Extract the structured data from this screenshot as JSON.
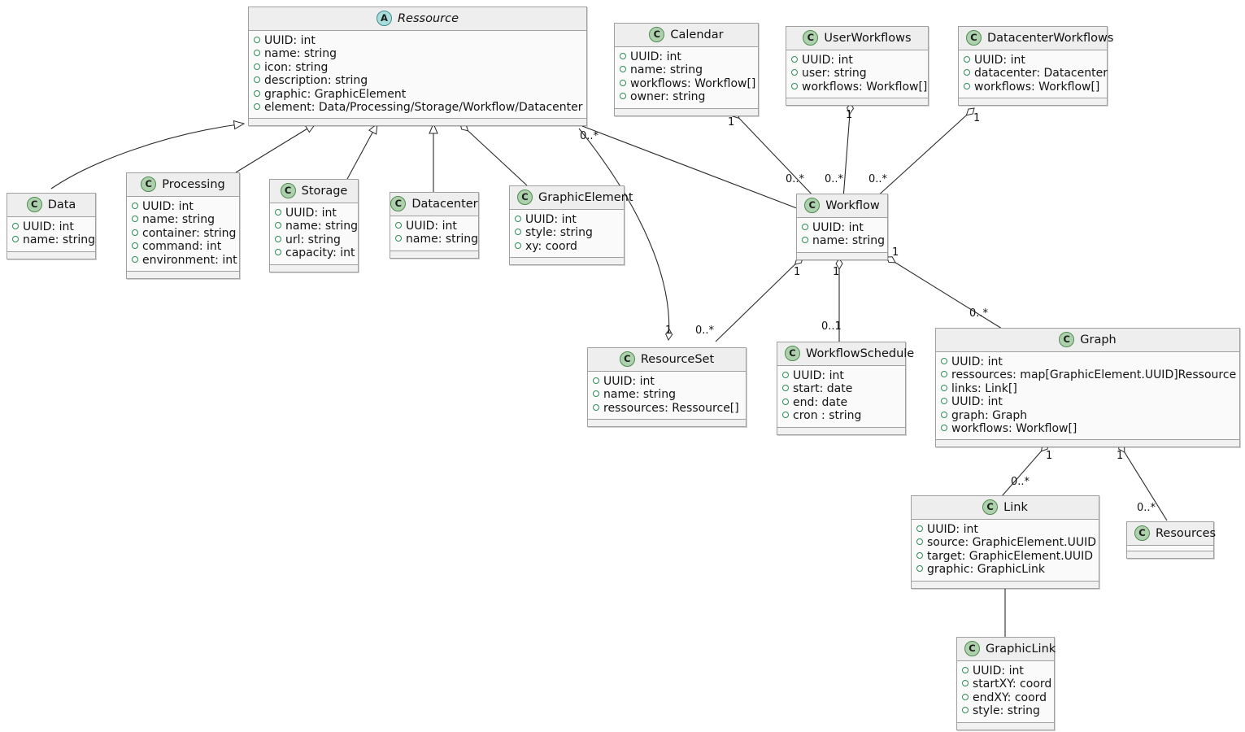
{
  "diagram": {
    "title": "UML Class Diagram",
    "type": "uml-class-diagram",
    "background": "#ffffff",
    "line_color": "#2b2b2b",
    "class_fill": "#fafafa",
    "header_fill": "#eeeeee",
    "border_color": "#a0a0a0",
    "class_badge_color": "#add1ad",
    "abstract_badge_color": "#aadede",
    "attr_bullet_color": "#2e8b57"
  },
  "classes": {
    "ressource": {
      "name": "Ressource",
      "stereotype": "A",
      "abstract": true,
      "attributes": [
        "UUID: int",
        "name: string",
        "icon: string",
        "description: string",
        "graphic: GraphicElement",
        "element: Data/Processing/Storage/Workflow/Datacenter"
      ]
    },
    "calendar": {
      "name": "Calendar",
      "stereotype": "C",
      "abstract": false,
      "attributes": [
        "UUID: int",
        "name: string",
        "workflows: Workflow[]",
        "owner: string"
      ]
    },
    "userworkflows": {
      "name": "UserWorkflows",
      "stereotype": "C",
      "abstract": false,
      "attributes": [
        "UUID: int",
        "user: string",
        "workflows: Workflow[]"
      ]
    },
    "datacenterworkflows": {
      "name": "DatacenterWorkflows",
      "stereotype": "C",
      "abstract": false,
      "attributes": [
        "UUID: int",
        "datacenter: Datacenter",
        "workflows: Workflow[]"
      ]
    },
    "data": {
      "name": "Data",
      "stereotype": "C",
      "abstract": false,
      "attributes": [
        "UUID: int",
        "name: string"
      ]
    },
    "processing": {
      "name": "Processing",
      "stereotype": "C",
      "abstract": false,
      "attributes": [
        "UUID: int",
        "name: string",
        "container: string",
        "command: int",
        "environment: int"
      ]
    },
    "storage": {
      "name": "Storage",
      "stereotype": "C",
      "abstract": false,
      "attributes": [
        "UUID: int",
        "name: string",
        "url: string",
        "capacity: int"
      ]
    },
    "datacenter": {
      "name": "Datacenter",
      "stereotype": "C",
      "abstract": false,
      "attributes": [
        "UUID: int",
        "name: string"
      ]
    },
    "graphicelement": {
      "name": "GraphicElement",
      "stereotype": "C",
      "abstract": false,
      "attributes": [
        "UUID: int",
        "style: string",
        "xy: coord"
      ]
    },
    "workflow": {
      "name": "Workflow",
      "stereotype": "C",
      "abstract": false,
      "attributes": [
        "UUID: int",
        "name: string"
      ]
    },
    "resourceset": {
      "name": "ResourceSet",
      "stereotype": "C",
      "abstract": false,
      "attributes": [
        "UUID: int",
        "name: string",
        "ressources: Ressource[]"
      ]
    },
    "workflowschedule": {
      "name": "WorkflowSchedule",
      "stereotype": "C",
      "abstract": false,
      "attributes": [
        "UUID: int",
        "start: date",
        "end: date",
        "cron : string"
      ]
    },
    "graph": {
      "name": "Graph",
      "stereotype": "C",
      "abstract": false,
      "attributes": [
        "UUID: int",
        "ressources: map[GraphicElement.UUID]Ressource",
        "links: Link[]",
        "UUID: int",
        "graph: Graph",
        "workflows: Workflow[]"
      ]
    },
    "link": {
      "name": "Link",
      "stereotype": "C",
      "abstract": false,
      "attributes": [
        "UUID: int",
        "source: GraphicElement.UUID",
        "target: GraphicElement.UUID",
        "graphic: GraphicLink"
      ]
    },
    "resources": {
      "name": "Resources",
      "stereotype": "C",
      "abstract": false,
      "attributes": []
    },
    "graphiclink": {
      "name": "GraphicLink",
      "stereotype": "C",
      "abstract": false,
      "attributes": [
        "UUID: int",
        "startXY: coord",
        "endXY: coord",
        "style: string"
      ]
    }
  },
  "multiplicities": {
    "ressource_to_resourceset": "0..*",
    "ressource_graphicelement": "0..*",
    "calendar_end": "1",
    "userworkflows_end": "1",
    "datacenterworkflows_end": "1",
    "workflow_from_calendar": "0..*",
    "workflow_from_userworkflows": "0..*",
    "workflow_from_datacenterworkflows": "0..*",
    "workflow_to_resourceset": "1",
    "workflow_to_schedule": "1",
    "workflow_to_graph": "1",
    "resourceset_from_workflow": "0..*",
    "resourceset_from_ressource": "1",
    "schedule_end": "0..1",
    "graph_end": "0..*",
    "graph_to_link": "1",
    "graph_to_resources": "1",
    "link_end": "0..*",
    "resources_end": "0..*"
  },
  "relations": [
    {
      "from": "Data",
      "to": "Ressource",
      "type": "inheritance"
    },
    {
      "from": "Processing",
      "to": "Ressource",
      "type": "inheritance"
    },
    {
      "from": "Storage",
      "to": "Ressource",
      "type": "inheritance"
    },
    {
      "from": "Datacenter",
      "to": "Ressource",
      "type": "inheritance"
    },
    {
      "from": "Ressource",
      "to": "GraphicElement",
      "type": "aggregation"
    },
    {
      "from": "Ressource",
      "to": "ResourceSet",
      "type": "aggregation"
    },
    {
      "from": "Ressource",
      "to": "Workflow",
      "type": "inheritance"
    },
    {
      "from": "Calendar",
      "to": "Workflow",
      "type": "aggregation"
    },
    {
      "from": "UserWorkflows",
      "to": "Workflow",
      "type": "aggregation"
    },
    {
      "from": "DatacenterWorkflows",
      "to": "Workflow",
      "type": "aggregation"
    },
    {
      "from": "Workflow",
      "to": "ResourceSet",
      "type": "aggregation"
    },
    {
      "from": "Workflow",
      "to": "WorkflowSchedule",
      "type": "aggregation"
    },
    {
      "from": "Workflow",
      "to": "Graph",
      "type": "aggregation"
    },
    {
      "from": "Graph",
      "to": "Link",
      "type": "aggregation"
    },
    {
      "from": "Graph",
      "to": "Resources",
      "type": "aggregation"
    },
    {
      "from": "Link",
      "to": "GraphicLink",
      "type": "association"
    }
  ]
}
